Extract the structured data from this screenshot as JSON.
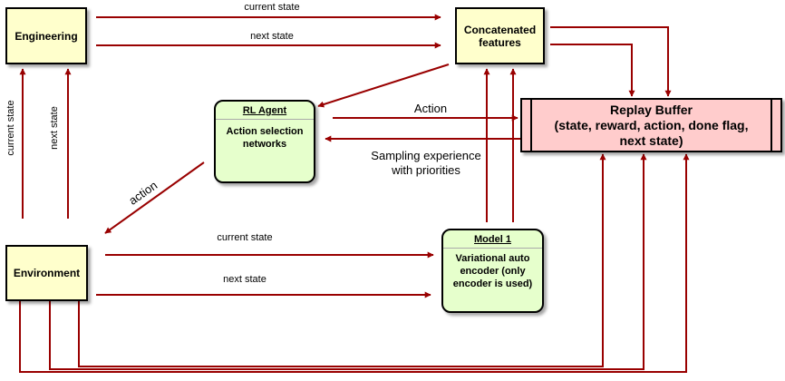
{
  "nodes": {
    "engineering": "Engineering",
    "concatenated": "Concatenated features",
    "replay_buffer": {
      "title": "Replay Buffer",
      "line2": "(state, reward, action, done flag,",
      "line3": "next state)"
    },
    "rl_agent": {
      "title": "RL Agent",
      "body": "Action selection networks"
    },
    "environment": "Environment",
    "model1": {
      "title": "Model 1",
      "body": "Variational auto encoder (only encoder is used)"
    }
  },
  "edges": {
    "eng_concat_current": "current state",
    "eng_concat_next": "next state",
    "env_eng_current": "current state",
    "env_eng_next": "next state",
    "agent_buffer_action": "Action",
    "buffer_agent_sampling_1": "Sampling experience",
    "buffer_agent_sampling_2": "with priorities",
    "agent_env_action": "action",
    "env_model_current": "current state",
    "env_model_next": "next state"
  },
  "colors": {
    "arrow": "#990000",
    "yellow_box": "#ffffcc",
    "green_box": "#e6ffcc",
    "pink_box": "#ffcccc"
  }
}
